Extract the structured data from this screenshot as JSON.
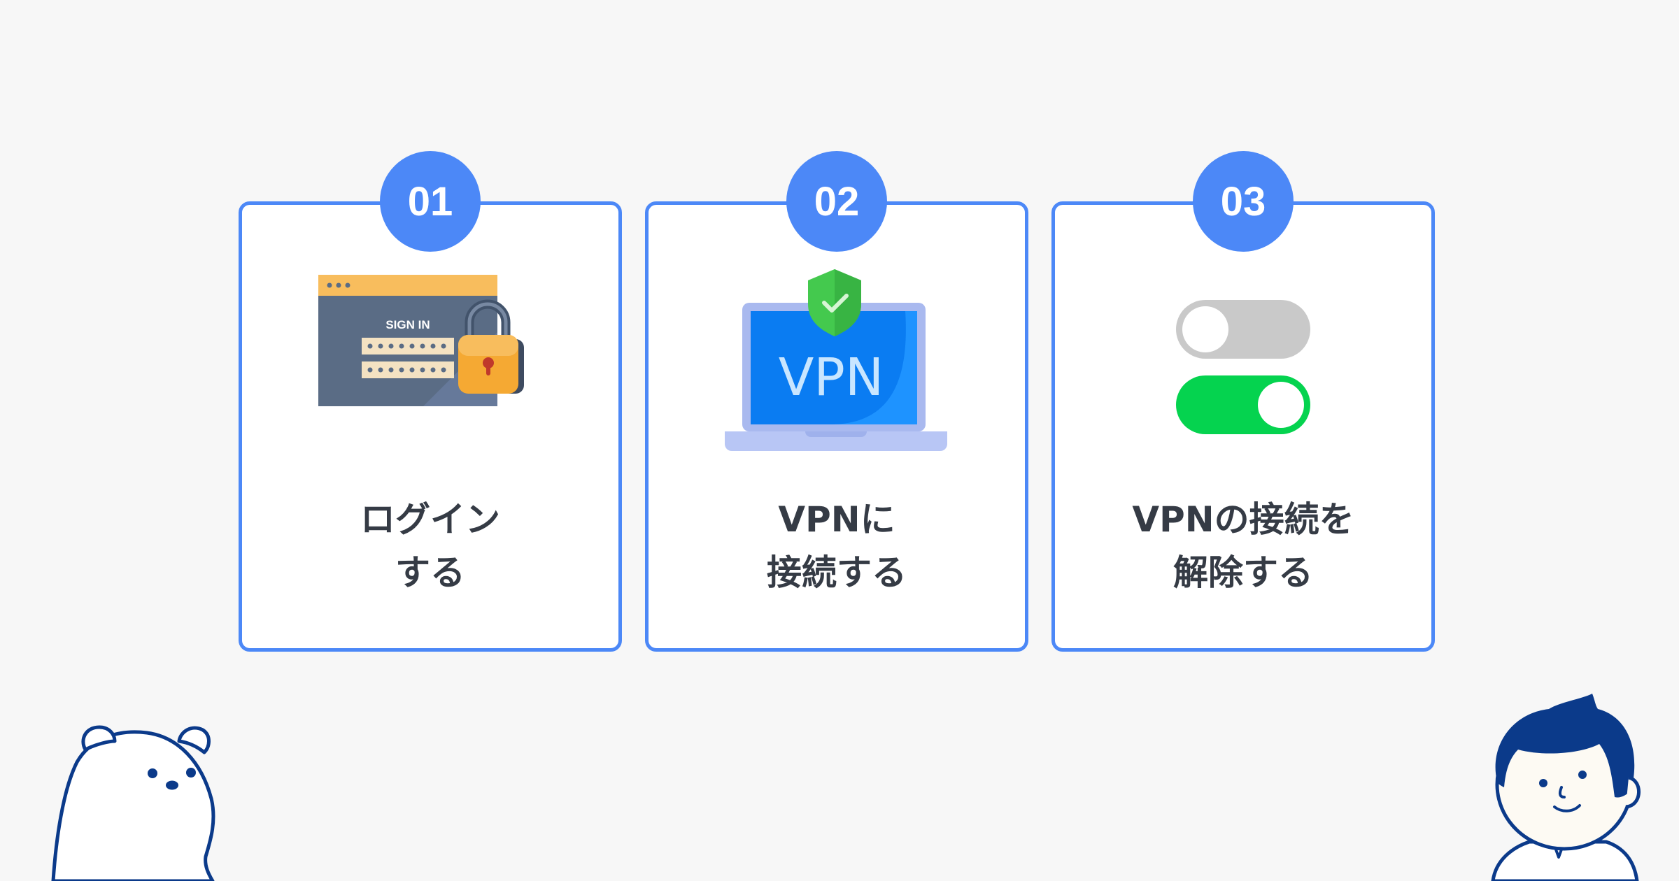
{
  "steps": [
    {
      "number": "01",
      "lines": [
        "ログイン",
        "する"
      ],
      "illustration": "sign-in-lock-icon",
      "sign_in_text": "SIGN IN"
    },
    {
      "number": "02",
      "lines": [
        "VPNに",
        "接続する"
      ],
      "illustration": "vpn-laptop-icon",
      "vpn_text": "VPN"
    },
    {
      "number": "03",
      "lines": [
        "VPNの接続を",
        "解除する"
      ],
      "illustration": "toggle-switches-icon"
    }
  ],
  "colors": {
    "background": "#f7f7f7",
    "accent": "#4c88f7",
    "text": "#353b45",
    "toggle_off": "#c9c9c9",
    "toggle_on": "#05d34f",
    "character_outline": "#0b3a8a"
  }
}
